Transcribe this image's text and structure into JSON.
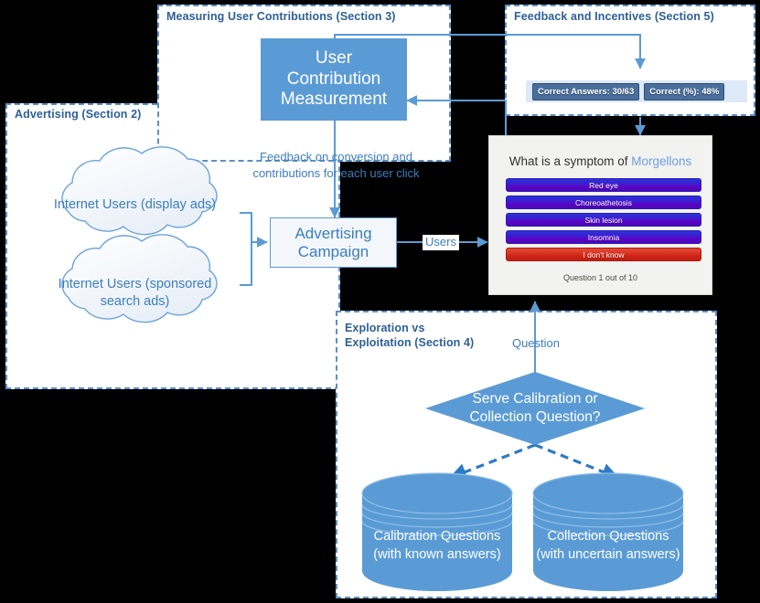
{
  "sections": {
    "advertising": {
      "title": "Advertising (Section 2)"
    },
    "measuring": {
      "title": "Measuring User Contributions (Section 3)"
    },
    "exploration": {
      "title": "Exploration vs\nExploitation (Section 4)"
    },
    "feedback": {
      "title": "Feedback and Incentives (Section 5)"
    }
  },
  "nodes": {
    "ucm": {
      "line1": "User",
      "line2": "Contribution",
      "line3": "Measurement"
    },
    "campaign": {
      "line1": "Advertising",
      "line2": "Campaign"
    },
    "cloud_display": "Internet Users (display ads)",
    "cloud_sponsored_l1": "Internet Users (sponsored",
    "cloud_sponsored_l2": "search ads)",
    "decision": {
      "line1": "Serve Calibration or",
      "line2": "Collection Question?"
    },
    "cylinder_calibration": {
      "line1": "Calibration Questions",
      "line2": "(with known answers)"
    },
    "cylinder_collection": {
      "line1": "Collection Questions",
      "line2": "(with uncertain answers)"
    }
  },
  "edge_labels": {
    "feedback_l1": "Feedback on conversion and",
    "feedback_l2": "contributions for each user click",
    "users": "Users",
    "question": "Question"
  },
  "feedback_badges": [
    {
      "label": "Correct Answers: 30/63"
    },
    {
      "label": "Correct (%): 48%"
    }
  ],
  "quiz": {
    "question_prefix": "What is a symptom of ",
    "question_term": "Morgellons",
    "answers": [
      {
        "label": "Red eye",
        "style": "blue"
      },
      {
        "label": "Choreoathetosis",
        "style": "blue"
      },
      {
        "label": "Skin lesion",
        "style": "blue"
      },
      {
        "label": "Insomnia",
        "style": "blue"
      },
      {
        "label": "I don't know",
        "style": "red"
      }
    ],
    "counter": "Question 1 out of 10"
  },
  "colors": {
    "accent_blue": "#5b9bd5",
    "panel_border": "#5b8fc9",
    "title_text": "#2e5f96",
    "body_text": "#3c7dbf",
    "answer_blue": "#3a1fd0",
    "answer_red": "#d8321f",
    "badge_bg": "#4a6f9c",
    "badge_strip_bg": "#dde9f7"
  }
}
